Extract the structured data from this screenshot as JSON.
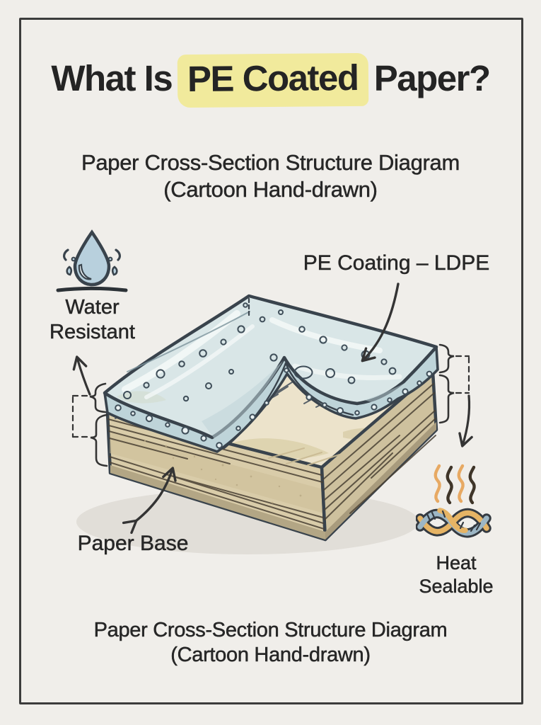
{
  "title": {
    "prefix": "What Is",
    "highlight": "PE Coated",
    "suffix": "Paper?"
  },
  "subtitle": {
    "line1": "Paper Cross-Section Structure Diagram",
    "line2": "(Cartoon Hand-drawn)"
  },
  "labels": {
    "water": {
      "line1": "Water",
      "line2": "Resistant"
    },
    "pe_coating": "PE Coating – LDPE",
    "paper_base": "Paper Base",
    "heat": {
      "line1": "Heat",
      "line2": "Sealable"
    }
  },
  "caption": {
    "line1": "Paper Cross-Section Structure Diagram",
    "line2": "(Cartoon Hand-drawn)"
  },
  "icons": {
    "water": "water-drop-icon",
    "heat": "heat-seal-rope-icon"
  },
  "colors": {
    "background": "#f0eeea",
    "frame": "#3c3c3c",
    "text": "#262626",
    "highlight_yellow": "#f1ea9c",
    "outline_dark": "#39434c",
    "coating_blue": "#d9e6e7",
    "coating_edge_blue": "#bed4d9",
    "paper_tan": "#d9cca9",
    "paper_top": "#ece3cb",
    "drop_blue": "#b8d0dd",
    "heat_orange": "#e7a963",
    "rope_blue": "#9cb6c5",
    "rope_orange": "#e6b465",
    "shadow_gray": "#dcd8d1"
  }
}
